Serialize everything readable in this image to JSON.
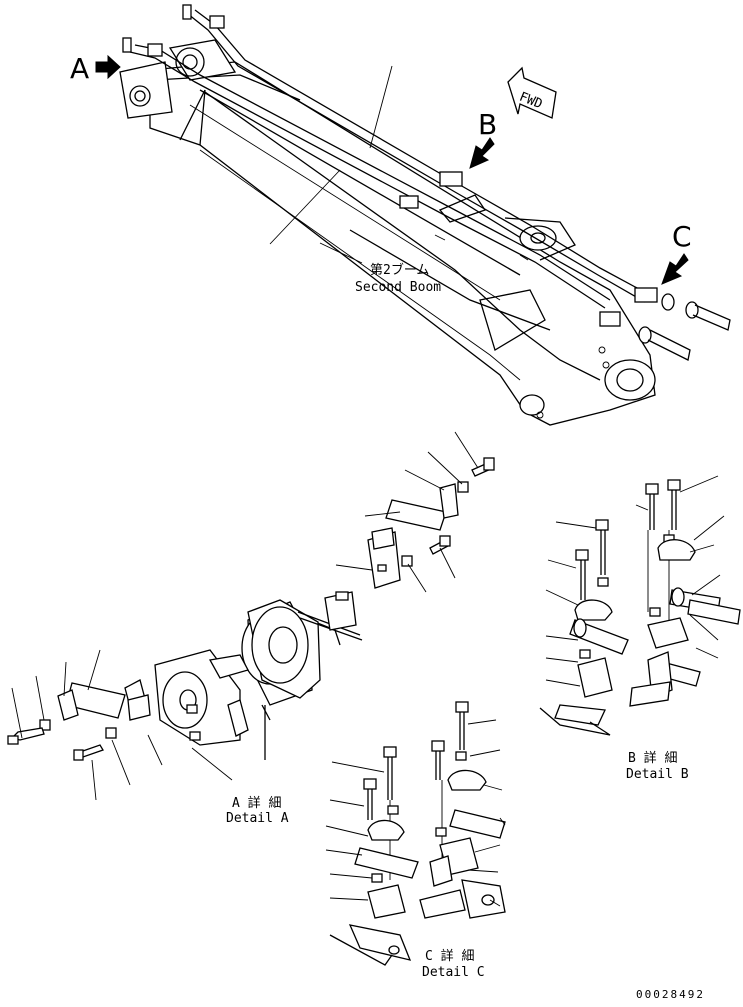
{
  "callouts": {
    "view_a": "A",
    "view_b": "B",
    "view_c": "C",
    "fwd": "FWD"
  },
  "boom_label": {
    "jp": "第2ブーム",
    "en": "Second Boom"
  },
  "detail_a": {
    "jp": "A 詳 細",
    "en": "Detail A"
  },
  "detail_b": {
    "jp": "B 詳 細",
    "en": "Detail B"
  },
  "detail_c": {
    "jp": "C 詳 細",
    "en": "Detail C"
  },
  "drawing_number": "00028492",
  "icons": {
    "view_arrow": "filled-arrow-icon",
    "forward": "fwd-arrow-icon"
  }
}
